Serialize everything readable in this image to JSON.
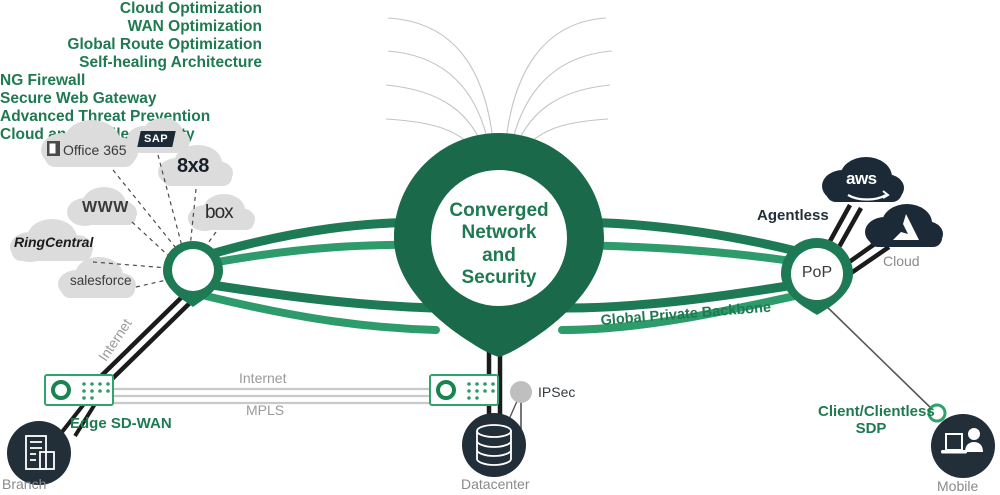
{
  "diagram": {
    "title": "Converged Network and Security",
    "hub": {
      "name": "converged-hub",
      "lines": [
        "Converged",
        "Network",
        "and",
        "Security"
      ],
      "color": "#19694A"
    },
    "features_left": [
      {
        "label": "Cloud Optimization"
      },
      {
        "label": "WAN Optimization"
      },
      {
        "label": "Global Route Optimization"
      },
      {
        "label": "Self-healing Architecture"
      }
    ],
    "features_right": [
      {
        "label": "NG Firewall"
      },
      {
        "label": "Secure Web Gateway"
      },
      {
        "label": "Advanced Threat Prevention"
      },
      {
        "label": "Cloud and Mobile Security"
      }
    ],
    "saas_clouds": [
      {
        "name": "office365",
        "label": "Office 365"
      },
      {
        "name": "sap",
        "label": "SAP"
      },
      {
        "name": "8x8",
        "label": "8x8"
      },
      {
        "name": "www",
        "label": "WWW"
      },
      {
        "name": "box",
        "label": "box"
      },
      {
        "name": "ringcentral",
        "label": "RingCentral"
      },
      {
        "name": "salesforce",
        "label": "salesforce"
      }
    ],
    "public_clouds": [
      {
        "name": "aws",
        "label": "aws"
      },
      {
        "name": "azure",
        "label": "Cloud"
      }
    ],
    "nodes": [
      {
        "name": "branch",
        "label": "Branch"
      },
      {
        "name": "datacenter",
        "label": "Datacenter"
      },
      {
        "name": "mobile",
        "label": "Mobile"
      },
      {
        "name": "pop",
        "label": "PoP"
      }
    ],
    "link_labels": {
      "internet_vertical": "Internet",
      "internet_horizontal": "Internet",
      "mpls": "MPLS",
      "backbone": "Global Private Backbone",
      "ipsec": "IPSec"
    },
    "edge_labels": {
      "edge_sdwan": "Edge SD-WAN",
      "agentless": "Agentless",
      "sdp_line1": "Client/Clientless",
      "sdp_line2": "SDP"
    },
    "colors": {
      "green_dark": "#19694A",
      "green_mid": "#2E9B6B",
      "green_text": "#1F7A52",
      "navy": "#22303b",
      "cloud_gray": "#DCDCDC",
      "line_gray": "#BFBFBF"
    }
  }
}
